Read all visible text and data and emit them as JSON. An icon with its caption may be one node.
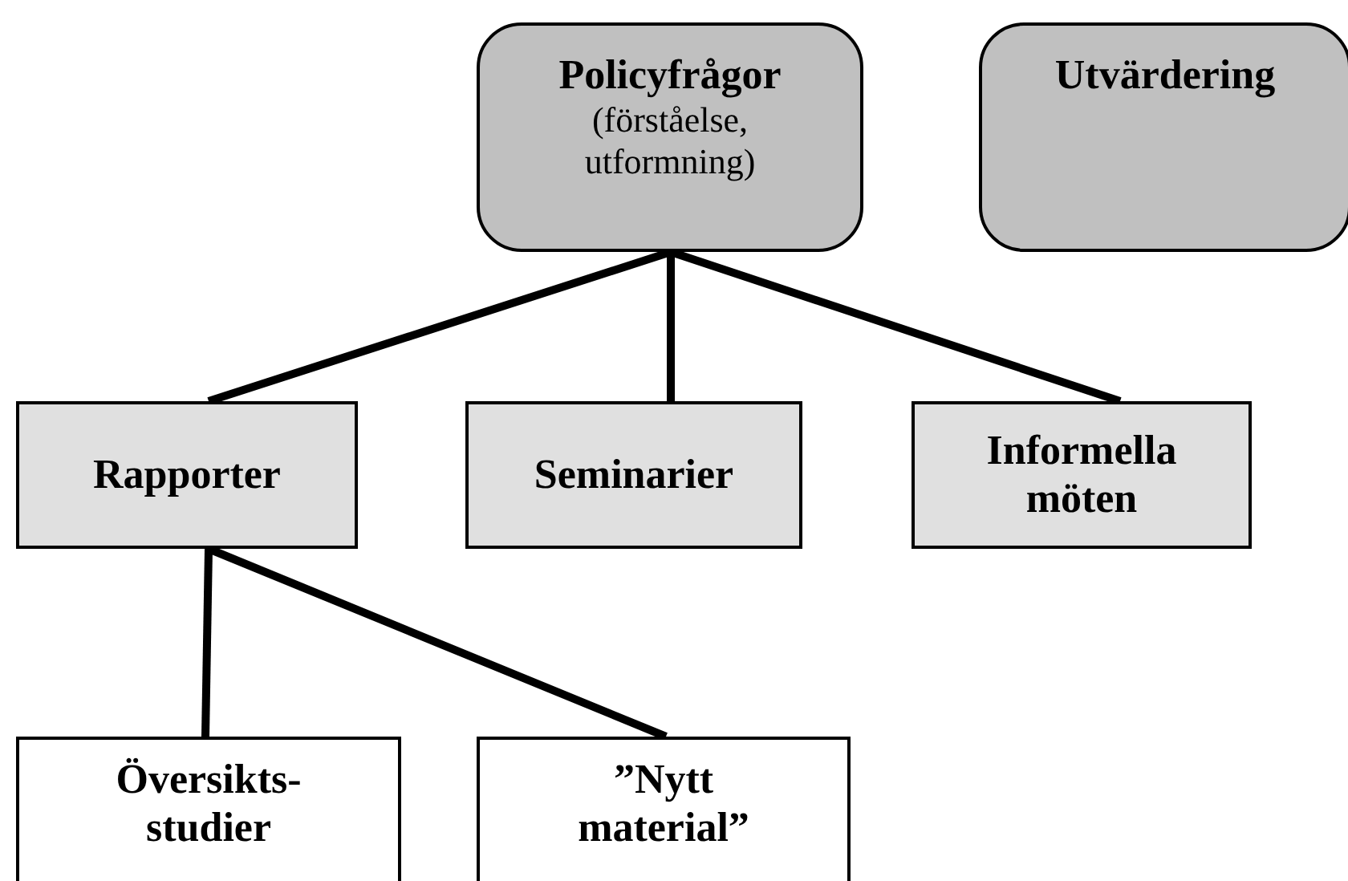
{
  "diagram": {
    "nodes": [
      {
        "text": [
          "Policyfrågor",
          "(förståelse, utformning)"
        ]
      },
      {
        "text": [
          "Utvärdering"
        ]
      },
      {
        "text": [
          "Rapporter"
        ]
      },
      {
        "text": [
          "Seminarier"
        ]
      },
      {
        "text": [
          "Informella möten"
        ]
      },
      {
        "text": [
          "Översikts- studier"
        ]
      },
      {
        "text": [
          "”Nytt material”"
        ]
      }
    ],
    "edges": [
      {
        "from": 0,
        "to": 2,
        "arrow": "none"
      },
      {
        "from": 0,
        "to": 3,
        "arrow": "none"
      },
      {
        "from": 0,
        "to": 4,
        "arrow": "none"
      },
      {
        "from": 2,
        "to": 5,
        "arrow": "none"
      },
      {
        "from": 2,
        "to": 6,
        "arrow": "none"
      }
    ]
  }
}
